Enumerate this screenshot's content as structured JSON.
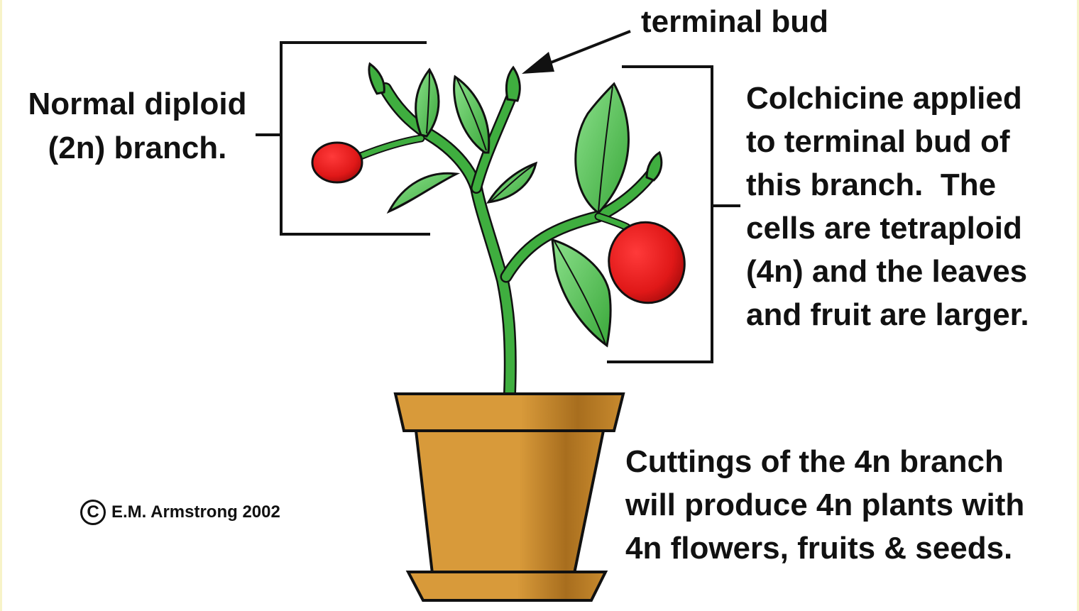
{
  "labels": {
    "terminal_bud": "terminal bud",
    "normal_branch": [
      "Normal diploid",
      "(2n) branch."
    ],
    "colchicine": [
      "Colchicine applied",
      "to terminal bud of",
      "this branch.  The",
      "cells are tetraploid",
      "(4n) and the leaves",
      "and fruit are larger."
    ],
    "cuttings": [
      "Cuttings of the 4n branch",
      "will produce 4n plants with",
      "4n flowers, fruits & seeds."
    ]
  },
  "copyright": {
    "symbol": "C",
    "text": "E.M. Armstrong 2002"
  },
  "colors": {
    "stem": "#3fae3f",
    "leaf": "#4fbf4f",
    "leaf_light": "#7fd97f",
    "fruit": "#e31b1b",
    "pot": "#d89a3a",
    "pot_shadow": "#b87a22",
    "outline": "#111111"
  }
}
